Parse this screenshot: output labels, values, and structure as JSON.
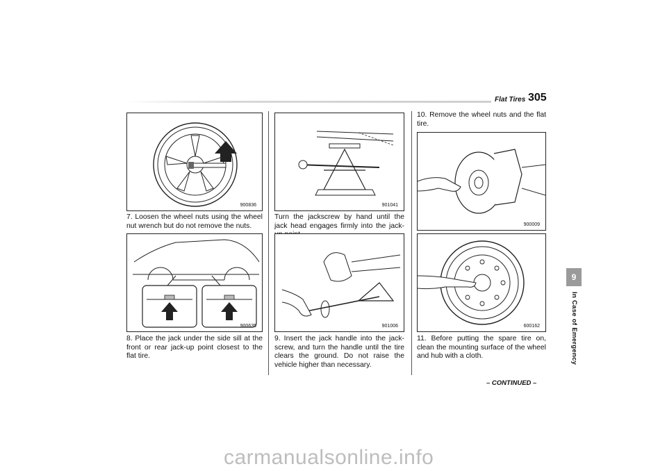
{
  "header": {
    "section_title": "Flat Tires",
    "page_number": "305"
  },
  "side_tab": {
    "chapter_number": "9",
    "chapter_title": "In Case of Emergency"
  },
  "figures": {
    "fig1": {
      "code": "900836"
    },
    "fig2": {
      "code": "900635"
    },
    "fig3": {
      "code": "901041"
    },
    "fig4": {
      "code": "901006"
    },
    "fig5": {
      "code": "900009"
    },
    "fig6": {
      "code": "600162"
    }
  },
  "steps": {
    "step7": "7.   Loosen the wheel nuts using the wheel nut wrench but do not remove the nuts.",
    "step8": "8.   Place the jack under the side sill at the front or rear jack-up point closest to the flat tire.",
    "jackscrew": "Turn the jackscrew by hand until the jack head engages firmly into the jack-up point.",
    "step9": "9.   Insert the jack handle into the jack-screw, and turn the handle until the tire clears the ground. Do not raise the vehicle higher than necessary.",
    "step10": "10. Remove the wheel nuts and the flat tire.",
    "step11": "11. Before putting the spare tire on, clean the mounting surface of the wheel and hub with a cloth."
  },
  "footer": {
    "continued": "– CONTINUED –",
    "watermark": "carmanualsonline.info"
  }
}
